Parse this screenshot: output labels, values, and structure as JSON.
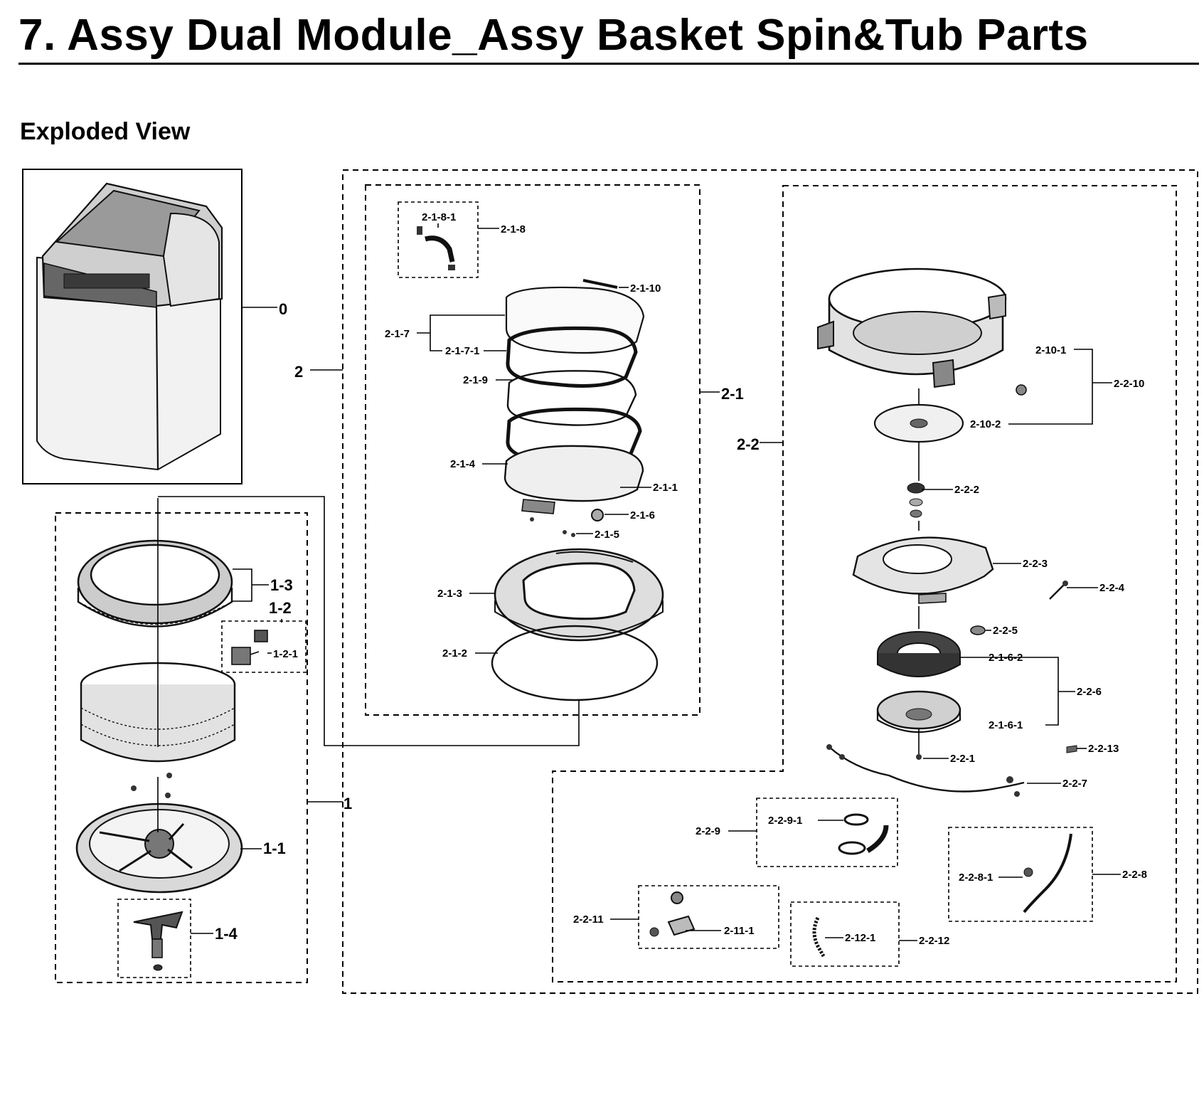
{
  "title": "7.  Assy Dual Module_Assy Basket Spin&Tub Parts",
  "subtitle": "Exploded View",
  "labels": {
    "l0": "0",
    "l1": "1",
    "l2": "2",
    "l1_1": "1-1",
    "l1_2": "1-2",
    "l1_2_1": "1-2-1",
    "l1_3": "1-3",
    "l1_4": "1-4",
    "l2_1": "2-1",
    "l2_2": "2-2",
    "l2_1_1": "2-1-1",
    "l2_1_2": "2-1-2",
    "l2_1_3": "2-1-3",
    "l2_1_4": "2-1-4",
    "l2_1_5": "2-1-5",
    "l2_1_6": "2-1-6",
    "l2_1_7": "2-1-7",
    "l2_1_7_1": "2-1-7-1",
    "l2_1_8": "2-1-8",
    "l2_1_8_1": "2-1-8-1",
    "l2_1_9": "2-1-9",
    "l2_1_10": "2-1-10",
    "l2_10_1": "2-10-1",
    "l2_10_2": "2-10-2",
    "l2_2_10": "2-2-10",
    "l2_2_2": "2-2-2",
    "l2_2_3": "2-2-3",
    "l2_2_4": "2-2-4",
    "l2_2_5": "2-2-5",
    "l2_1_6_2": "2-1-6-2",
    "l2_1_6_1": "2-1-6-1",
    "l2_2_6": "2-2-6",
    "l2_2_1": "2-2-1",
    "l2_2_13": "2-2-13",
    "l2_2_7": "2-2-7",
    "l2_2_9": "2-2-9",
    "l2_2_9_1": "2-2-9-1",
    "l2_2_8": "2-2-8",
    "l2_2_8_1": "2-2-8-1",
    "l2_2_11": "2-2-11",
    "l2_11_1": "2-11-1",
    "l2_2_12": "2-2-12",
    "l2_12_1": "2-12-1"
  }
}
